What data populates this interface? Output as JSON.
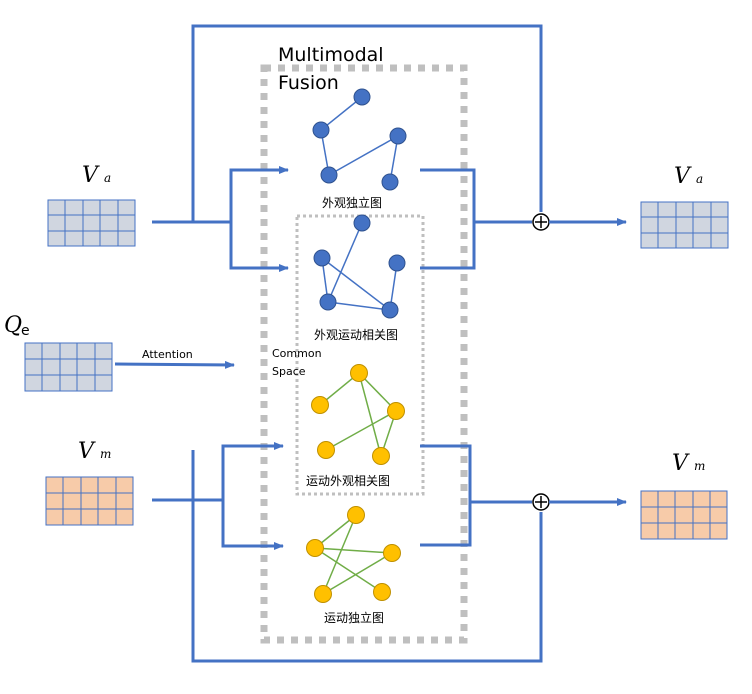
{
  "fusion": {
    "title_line1": "Multimodal",
    "title_line2": "Fusion"
  },
  "common_space": {
    "line1": "Common",
    "line2": "Space"
  },
  "graphs": {
    "appearance_independent": "外观独立图",
    "appearance_motion": "外观运动相关图",
    "motion_appearance": "运动外观相关图",
    "motion_independent": "运动独立图"
  },
  "inputs": {
    "va": {
      "symbol": "V",
      "sub": "a"
    },
    "qe": {
      "symbol": "Q",
      "sub": "e"
    },
    "vm": {
      "symbol": "V",
      "sub": "m"
    }
  },
  "outputs": {
    "va": {
      "symbol": "V",
      "sub": "a"
    },
    "vm": {
      "symbol": "V",
      "sub": "m"
    }
  },
  "attention_label": "Attention",
  "colors": {
    "arrow": "#4472C4",
    "blue_node": "#4472C4",
    "yellow_node": "#FFC000",
    "green_edge": "#70AD47",
    "gray_cell": "#D0D6E0",
    "orange_cell": "#F7CBA9",
    "dashed": "#BFBFBF"
  }
}
